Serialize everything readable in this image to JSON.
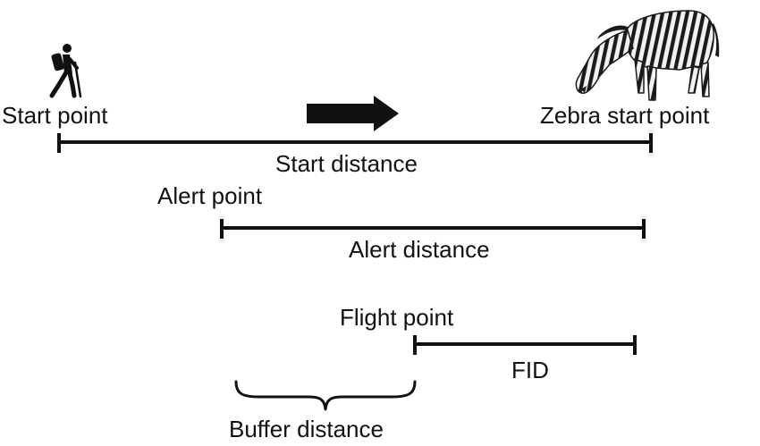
{
  "labels": {
    "start_point": "Start point",
    "zebra_start_point": "Zebra start point",
    "start_distance": "Start distance",
    "alert_point": "Alert point",
    "alert_distance": "Alert distance",
    "flight_point": "Flight point",
    "fid": "FID",
    "buffer_distance": "Buffer distance"
  },
  "icons": {
    "hiker": "hiker-icon",
    "zebra": "zebra-icon",
    "arrow": "arrow-right-icon",
    "brace": "brace-icon"
  },
  "colors": {
    "ink": "#111111",
    "background": "#ffffff"
  }
}
